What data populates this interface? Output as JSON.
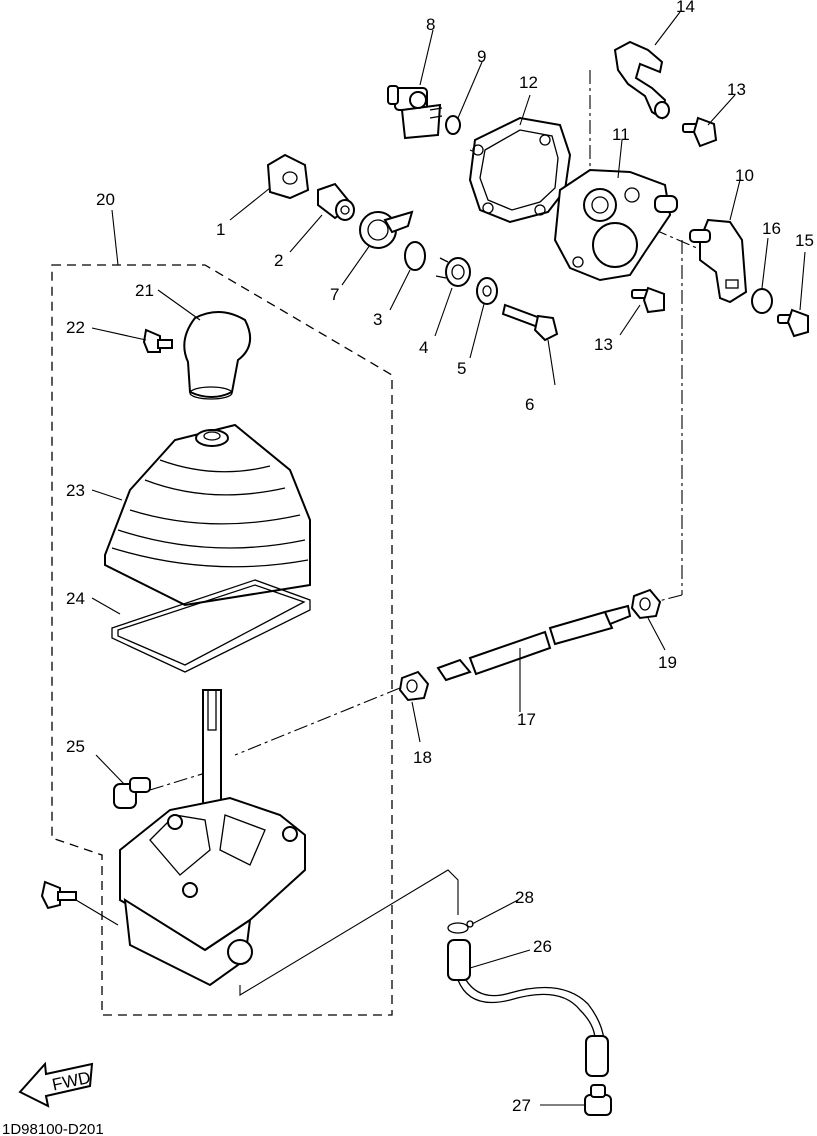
{
  "diagram": {
    "code": "1D98100-D201",
    "fwd_label": "FWD",
    "callouts": {
      "c1": "1",
      "c2": "2",
      "c3": "3",
      "c4": "4",
      "c5": "5",
      "c6": "6",
      "c7": "7",
      "c8": "8",
      "c9": "9",
      "c10": "10",
      "c11": "11",
      "c12": "12",
      "c13a": "13",
      "c13b": "13",
      "c14": "14",
      "c15": "15",
      "c16": "16",
      "c17": "17",
      "c18": "18",
      "c19": "19",
      "c20": "20",
      "c21": "21",
      "c22": "22",
      "c23": "23",
      "c24": "24",
      "c25": "25",
      "c26": "26",
      "c27": "27",
      "c28": "28"
    }
  }
}
